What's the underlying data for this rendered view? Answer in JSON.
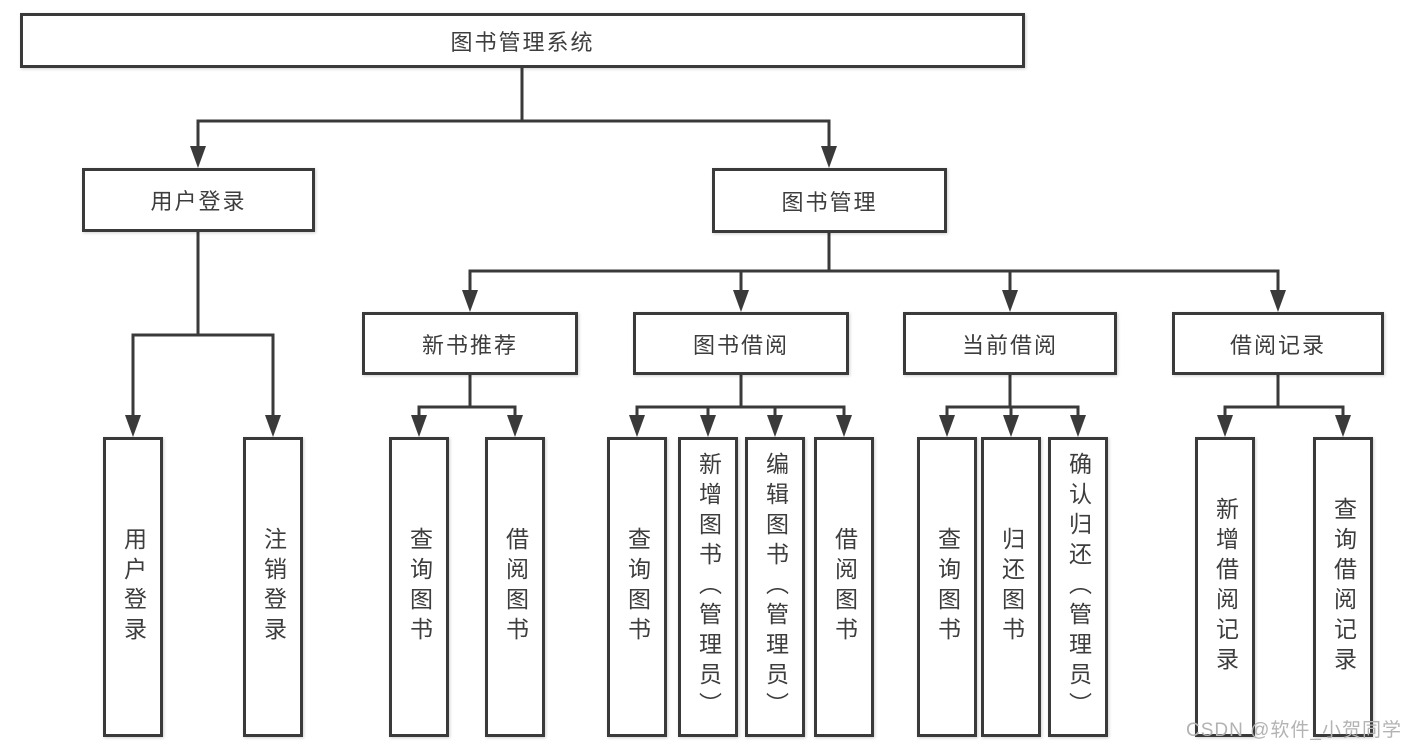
{
  "diagram": {
    "root": {
      "label": "图书管理系统"
    },
    "level2": [
      {
        "label": "用户登录"
      },
      {
        "label": "图书管理"
      }
    ],
    "level3": [
      {
        "label": "新书推荐"
      },
      {
        "label": "图书借阅"
      },
      {
        "label": "当前借阅"
      },
      {
        "label": "借阅记录"
      }
    ],
    "leaves": {
      "user_login": [
        "用户登录",
        "注销登录"
      ],
      "new_book": [
        "查询图书",
        "借阅图书"
      ],
      "book_borrow": [
        "查询图书",
        "新增图书（管理员）",
        "编辑图书（管理员）",
        "借阅图书"
      ],
      "current_borrow": [
        "查询图书",
        "归还图书",
        "确认归还（管理员）"
      ],
      "borrow_records": [
        "新增借阅记录",
        "查询借阅记录"
      ]
    }
  },
  "watermark": {
    "text": "CSDN @软件_小贺同学"
  },
  "colors": {
    "line": "#3a3a3a",
    "text": "#3d3d3d",
    "watermark": "#b3b3b3",
    "background": "#ffffff"
  }
}
